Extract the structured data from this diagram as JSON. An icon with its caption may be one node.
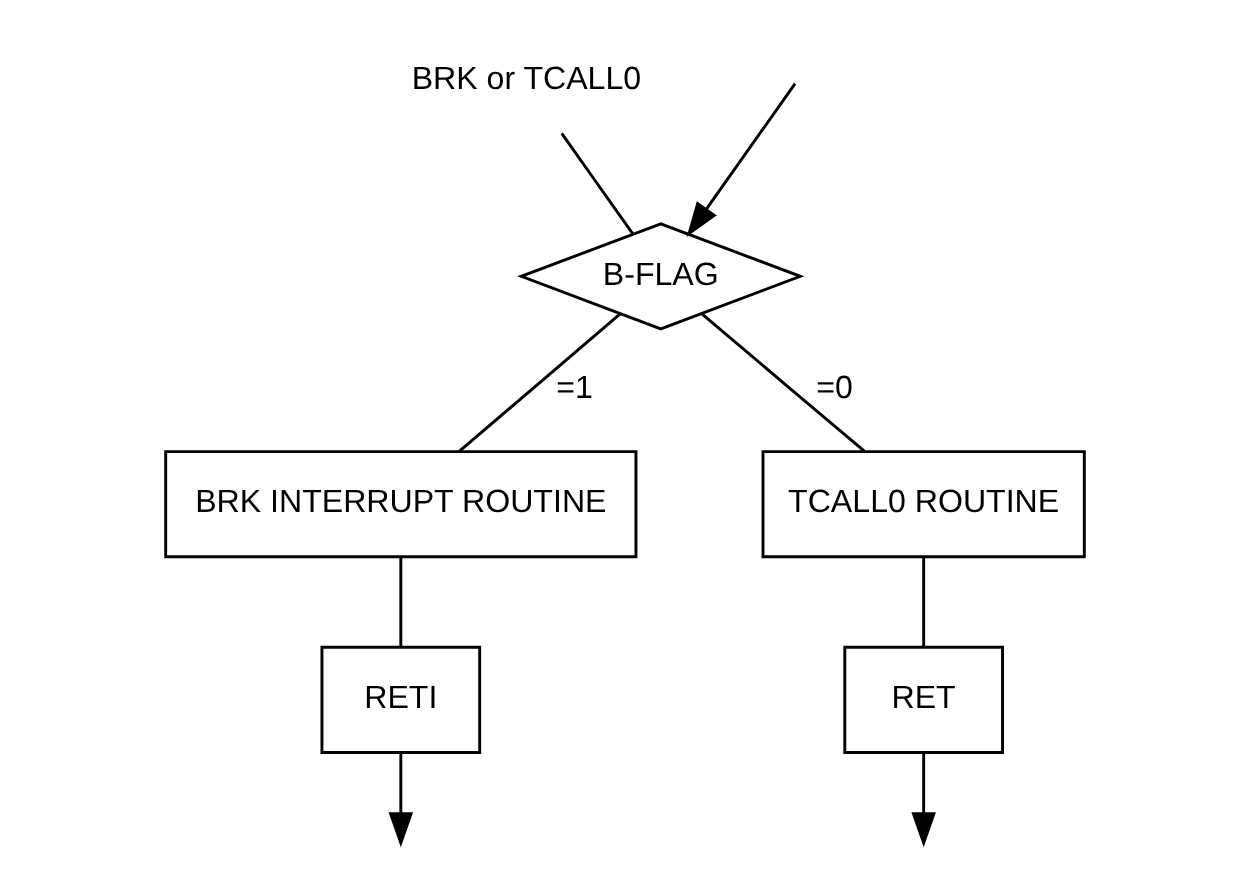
{
  "diagram": {
    "nodes": [
      {
        "text": [
          "BRK or TCALL0"
        ]
      },
      {
        "text": [
          "B-FLAG"
        ]
      },
      {
        "text": [
          "BRK INTERRUPT ROUTINE"
        ]
      },
      {
        "text": [
          "RETI"
        ]
      },
      {
        "text": [
          "TCALL0 ROUTINE"
        ]
      },
      {
        "text": [
          "RET"
        ]
      }
    ],
    "edges": [
      {
        "from": null,
        "to": 1,
        "arrow": "to"
      },
      {
        "from": 0,
        "to": 1,
        "arrow": "none"
      },
      {
        "from": 1,
        "to": 2,
        "label": "=1",
        "arrow": "none"
      },
      {
        "from": 1,
        "to": 4,
        "label": "=0",
        "arrow": "none"
      },
      {
        "from": 2,
        "to": 3,
        "arrow": "none"
      },
      {
        "from": 4,
        "to": 5,
        "arrow": "none"
      },
      {
        "from": 3,
        "to": null,
        "arrow": "to"
      },
      {
        "from": 5,
        "to": null,
        "arrow": "to"
      }
    ]
  }
}
